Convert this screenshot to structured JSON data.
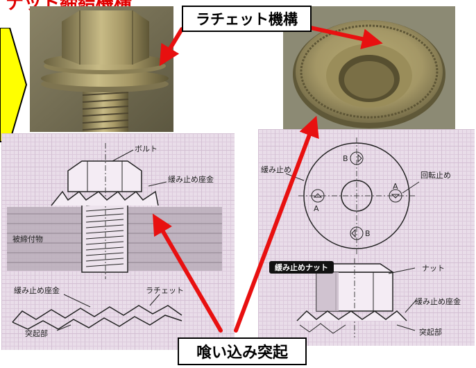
{
  "header": {
    "title_fragment": "ナット締結機構"
  },
  "labels": {
    "ratchet_mechanism": "ラチェット機構",
    "bite_protrusion": "喰い込み突起"
  },
  "left_diagram": {
    "bolt": "ボルト",
    "lock_washer": "緩み止め座金",
    "fastened_part": "被締付物",
    "washer_detail": "緩み止め座金",
    "ratchet": "ラチェット",
    "protrusion": "突起部"
  },
  "right_diagram": {
    "lock": "緩み止め",
    "rotation_stop": "回転止め",
    "mark_a": "A",
    "mark_b": "B",
    "nut_title": "緩み止めナット",
    "nut": "ナット",
    "lock_washer": "緩み止め座金",
    "protrusion": "突起部"
  },
  "colors": {
    "arrow": "#e81010",
    "callout": "#ffff00",
    "title": "#e00000"
  }
}
